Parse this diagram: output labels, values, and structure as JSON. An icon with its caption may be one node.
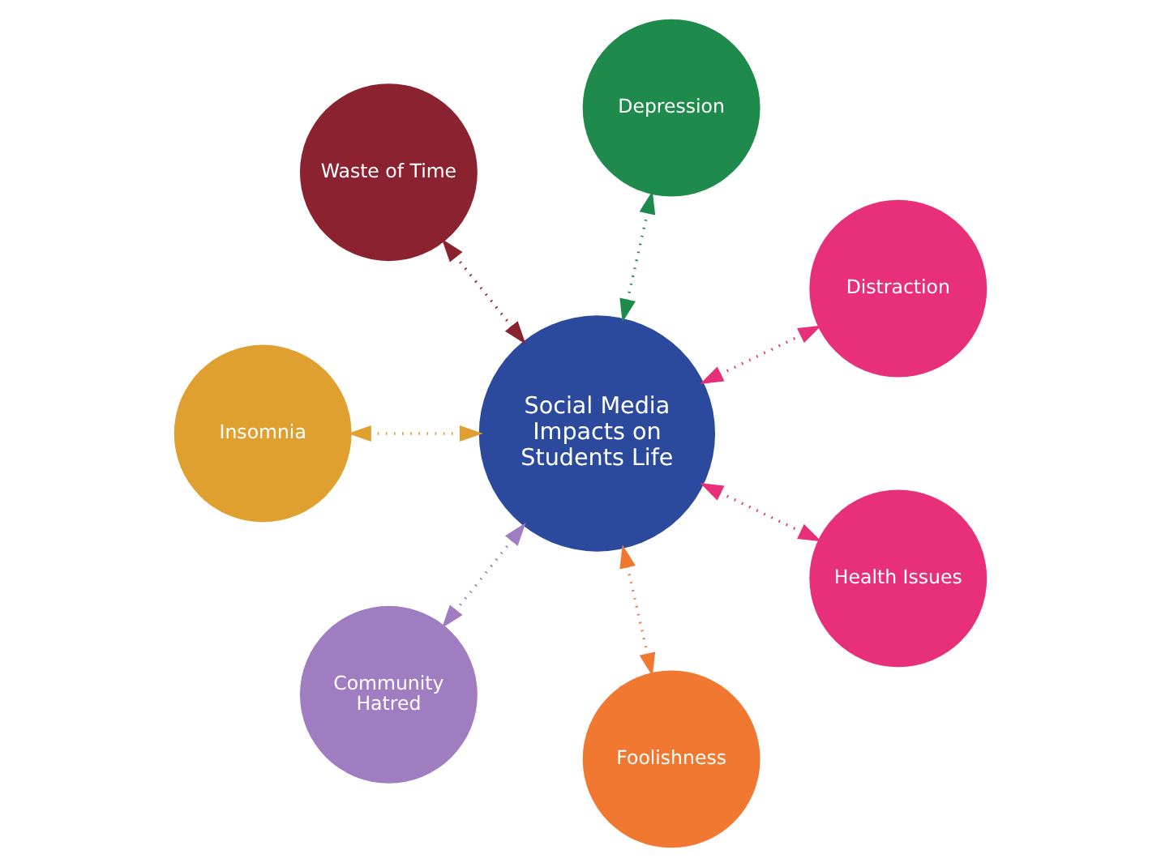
{
  "diagram": {
    "nodes": [
      {
        "text": [
          "Social Media Impacts on Students Life"
        ]
      },
      {
        "text": [
          "Distraction"
        ]
      },
      {
        "text": [
          "Depression"
        ]
      },
      {
        "text": [
          "Waste of Time"
        ]
      },
      {
        "text": [
          "Insomnia"
        ]
      },
      {
        "text": [
          "Community Hatred"
        ]
      },
      {
        "text": [
          "Foolishness"
        ]
      },
      {
        "text": [
          "Health Issues"
        ]
      }
    ],
    "edges": [
      {
        "from": 0,
        "to": 1,
        "arrow": "both",
        "style": "dashed",
        "color": "#e8307a"
      },
      {
        "from": 0,
        "to": 2,
        "arrow": "both",
        "style": "dashed",
        "color": "#1e8a4c"
      },
      {
        "from": 0,
        "to": 3,
        "arrow": "both",
        "style": "dashed",
        "color": "#8b2230"
      },
      {
        "from": 0,
        "to": 4,
        "arrow": "both",
        "style": "dashed",
        "color": "#e0a030"
      },
      {
        "from": 0,
        "to": 5,
        "arrow": "both",
        "style": "dashed",
        "color": "#a07cc0"
      },
      {
        "from": 0,
        "to": 6,
        "arrow": "both",
        "style": "dashed",
        "color": "#f07830"
      },
      {
        "from": 0,
        "to": 7,
        "arrow": "both",
        "style": "dashed",
        "color": "#e8307a"
      }
    ]
  }
}
